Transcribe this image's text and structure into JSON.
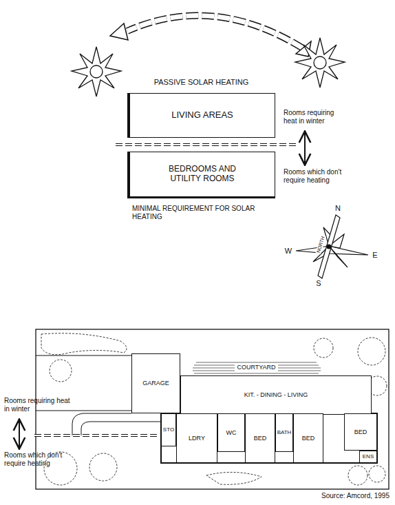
{
  "diagram": {
    "nodes": [
      {
        "text": [
          "LIVING AREAS"
        ]
      },
      {
        "text": [
          "BEDROOMS AND UTILITY ROOMS"
        ]
      },
      {
        "text": [
          "GARAGE"
        ]
      },
      {
        "text": [
          "COURTYARD"
        ]
      },
      {
        "text": [
          "KIT. - DINING - LIVING"
        ]
      },
      {
        "text": [
          "STO"
        ]
      },
      {
        "text": [
          "LDRY"
        ]
      },
      {
        "text": [
          "WC"
        ]
      },
      {
        "text": [
          "BED"
        ]
      },
      {
        "text": [
          "BATH"
        ]
      },
      {
        "text": [
          "BED"
        ]
      },
      {
        "text": [
          "BED"
        ]
      },
      {
        "text": [
          "ENS"
        ]
      }
    ],
    "labels": [
      "PASSIVE SOLAR HEATING",
      "Rooms requiring heat in winter",
      "Rooms which don't require heating",
      "MINIMAL REQUIREMENT FOR SOLAR HEATING",
      "N",
      "E",
      "S",
      "W",
      "NORTH",
      "Rooms requiring heat in winter",
      "Rooms which don't require heating",
      "Source: Amcord, 1995"
    ]
  }
}
